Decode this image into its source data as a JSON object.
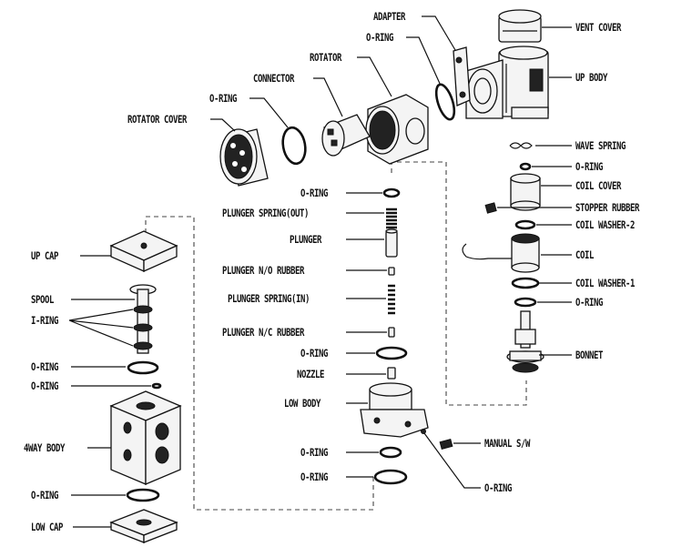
{
  "labels": {
    "adapter": "ADAPTER",
    "o_ring_adapter": "O-RING",
    "vent_cover": "VENT COVER",
    "rotator": "ROTATOR",
    "up_body": "UP BODY",
    "connector": "CONNECTOR",
    "o_ring_connector": "O-RING",
    "rotator_cover": "ROTATOR COVER",
    "wave_spring": "WAVE SPRING",
    "o_ring_coil_top": "O-RING",
    "coil_cover": "COIL COVER",
    "o_ring_plunger_top": "O-RING",
    "stopper_rubber": "STOPPER RUBBER",
    "plunger_spring_out": "PLUNGER SPRING(OUT)",
    "coil_washer_2": "COIL WASHER-2",
    "up_cap": "UP CAP",
    "plunger": "PLUNGER",
    "coil": "COIL",
    "plunger_no_rubber": "PLUNGER N/O RUBBER",
    "coil_washer_1": "COIL WASHER-1",
    "spool": "SPOOL",
    "o_ring_bonnet": "O-RING",
    "i_ring": "I-RING",
    "plunger_spring_in": "PLUNGER SPRING(IN)",
    "plunger_nc_rubber": "PLUNGER N/C RUBBER",
    "bonnet": "BONNET",
    "o_ring_spool_1": "O-RING",
    "o_ring_nozzle": "O-RING",
    "o_ring_spool_2": "O-RING",
    "nozzle": "NOZZLE",
    "low_body": "LOW BODY",
    "manual_sw": "MANUAL S/W",
    "four_way_body": "4WAY BODY",
    "o_ring_low_1": "O-RING",
    "o_ring_low_2": "O-RING",
    "o_ring_manual": "O-RING",
    "o_ring_4way_bottom": "O-RING",
    "low_cap": "LOW CAP"
  }
}
